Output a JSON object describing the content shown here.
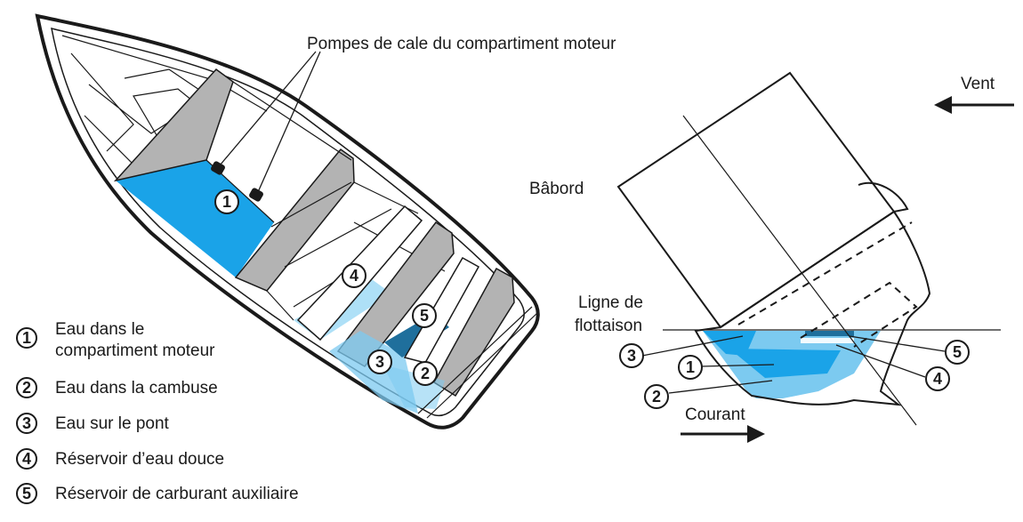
{
  "labels": {
    "pumps": "Pompes de cale du compartiment moteur",
    "wind": "Vent",
    "port": "Bâbord",
    "waterline_1": "Ligne de",
    "waterline_2": "flottaison",
    "current": "Courant"
  },
  "markers": {
    "m1": "1",
    "m2": "2",
    "m3": "3",
    "m4": "4",
    "m5": "5"
  },
  "legend": [
    {
      "num": "1",
      "line1": "Eau dans le",
      "line2": "compartiment moteur"
    },
    {
      "num": "2",
      "line1": "Eau dans la cambuse",
      "line2": ""
    },
    {
      "num": "3",
      "line1": "Eau sur le pont",
      "line2": ""
    },
    {
      "num": "4",
      "line1": "Réservoir d’eau douce",
      "line2": ""
    },
    {
      "num": "5",
      "line1": "Réservoir de carburant auxiliaire",
      "line2": ""
    }
  ],
  "colors": {
    "water_bright": "#1aa3e8",
    "water_light": "#aee0f7",
    "water_mid": "#7ccaf0",
    "water_dark": "#1f6f9c",
    "bulkhead": "#b3b3b3",
    "outline": "#1a1a1a"
  }
}
